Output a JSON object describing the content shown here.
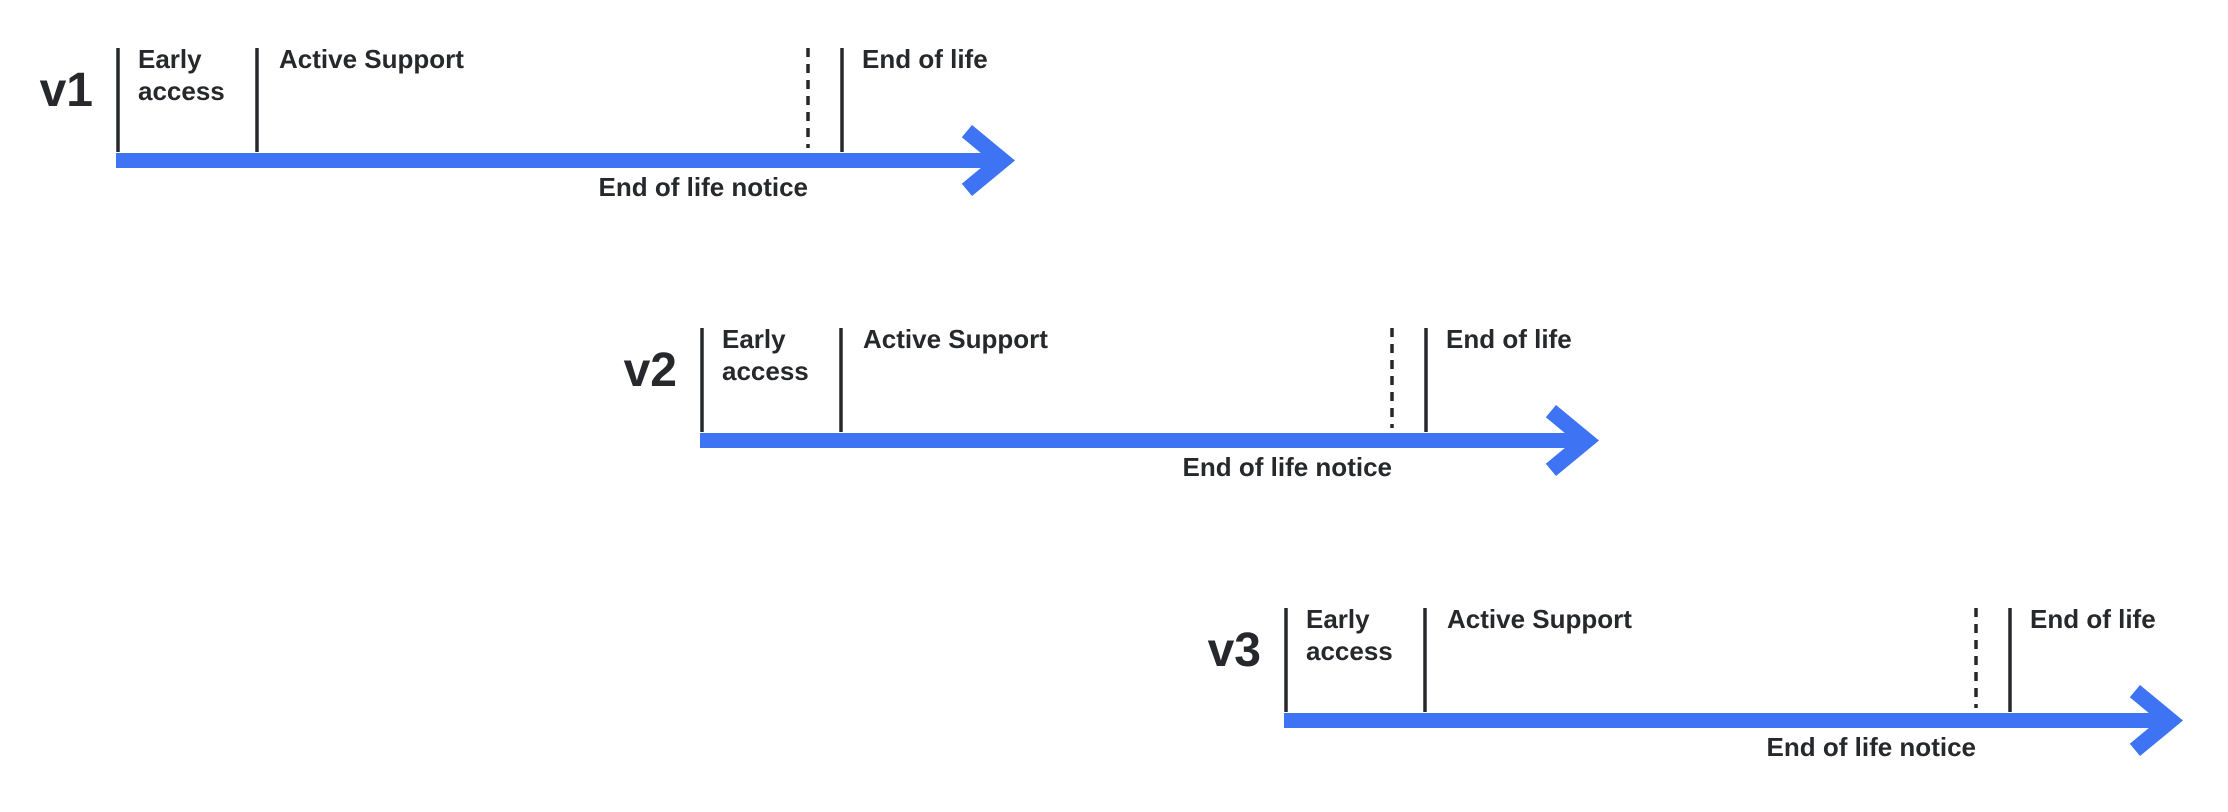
{
  "page": {
    "background_color": "#ffffff",
    "accent_color": "#3e74f3",
    "text_color": "#26282b"
  },
  "timelines": [
    {
      "version": "v1",
      "labels": {
        "early_access": "Early access",
        "active_support": "Active Support",
        "end_of_life": "End of life",
        "eol_notice": "End of life notice"
      }
    },
    {
      "version": "v2",
      "labels": {
        "early_access": "Early access",
        "active_support": "Active Support",
        "end_of_life": "End of life",
        "eol_notice": "End of life notice"
      }
    },
    {
      "version": "v3",
      "labels": {
        "early_access": "Early access",
        "active_support": "Active Support",
        "end_of_life": "End of life",
        "eol_notice": "End of life notice"
      }
    }
  ]
}
